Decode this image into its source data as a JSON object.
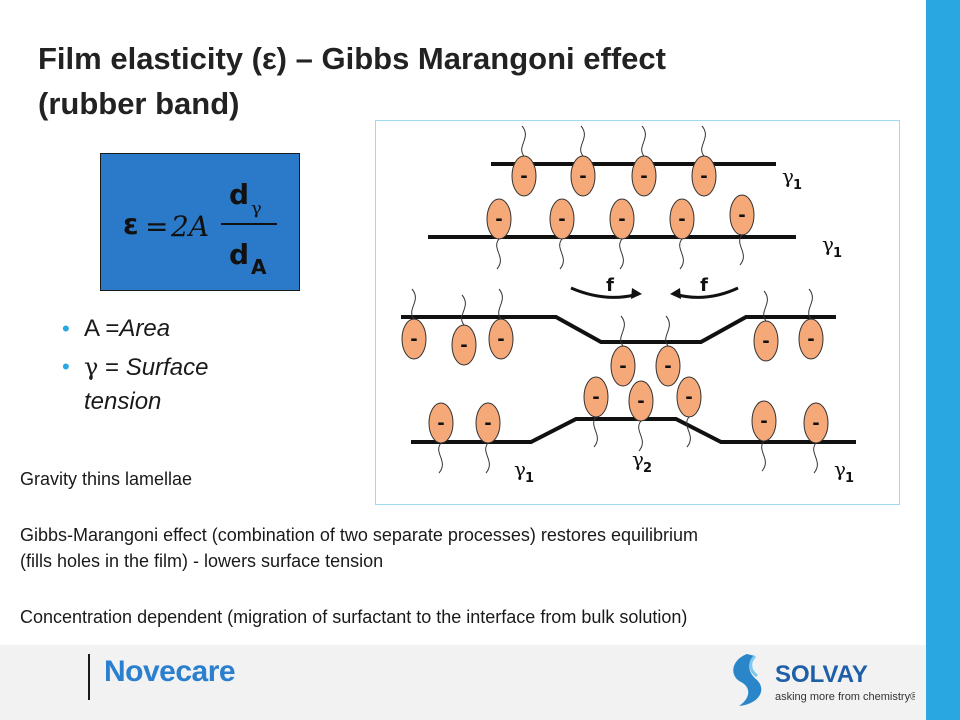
{
  "slide": {
    "title_line1": "Film elasticity (ε) – Gibbs Marangoni effect",
    "title_line2": "(rubber band)"
  },
  "formula": {
    "epsilon": "ε",
    "equals": "=",
    "coefficient": "2A",
    "numerator_d": "d",
    "numerator_sub": "γ",
    "denominator_d": "d",
    "denominator_sub": "A"
  },
  "bullets": [
    {
      "symbol": "A",
      "label": " =",
      "value": "Area"
    },
    {
      "symbol": "γ",
      "label": " = ",
      "value_line1": "Surface",
      "value_line2": "tension"
    }
  ],
  "diagram": {
    "minus": "-",
    "force": "f",
    "gamma": "γ",
    "sub1": "1",
    "sub2": "2"
  },
  "paragraphs": {
    "p1": "Gravity thins lamellae",
    "p2_line1": "Gibbs-Marangoni effect (combination of two separate processes) restores equilibrium",
    "p2_line2": "(fills holes in the film) -  lowers surface tension",
    "p3": "Concentration dependent (migration of surfactant to the interface from bulk solution)"
  },
  "footer": {
    "brand": "Novecare",
    "company": "SOLVAY",
    "tagline": "asking more from chemistry®"
  },
  "colors": {
    "accent": "#29a7e1",
    "formula_bg": "#2b7ac9",
    "molecule": "#f5a878",
    "brand": "#2a7fcf"
  }
}
